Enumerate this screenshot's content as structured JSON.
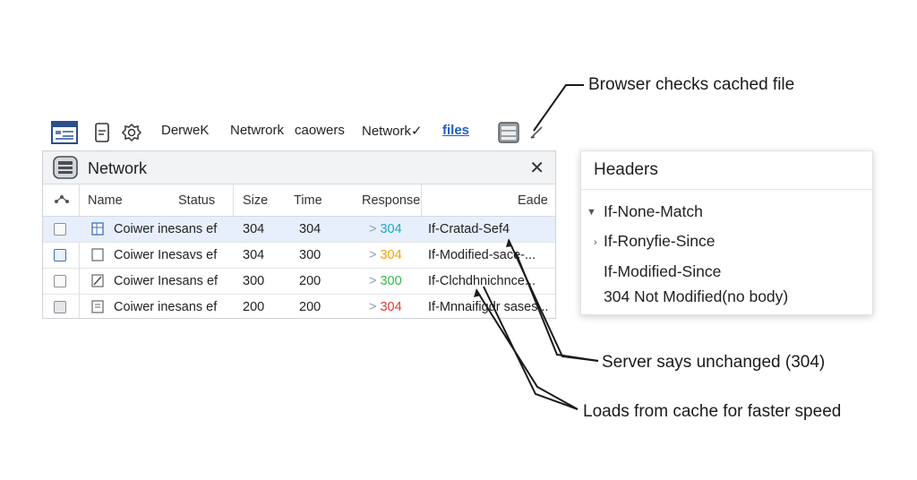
{
  "toolbar": {
    "tabs": [
      "DerweK",
      "Netwrork",
      "caowers",
      "Network✓",
      "files"
    ],
    "active_tab": "files",
    "icons": [
      "window-icon",
      "document-icon",
      "gear-icon",
      "server-icon",
      "pen-icon"
    ]
  },
  "network_panel": {
    "title": "Network",
    "close": "✕",
    "columns": [
      "Name",
      "Status",
      "Size",
      "Time",
      "Response",
      "Eade"
    ],
    "rows": [
      {
        "name": "Coiwer inesans ef",
        "size": "304",
        "time": "304",
        "response": "304",
        "response_color": "#19a9c9",
        "eade": "If-Cratad-Sef4",
        "selected": true
      },
      {
        "name": "Coiwer Inesavs ef",
        "size": "304",
        "time": "300",
        "response": "304",
        "response_color": "#f0a500",
        "eade": "If-Modified-sace-...",
        "selected": false
      },
      {
        "name": "Coiwer Inesans ef",
        "size": "300",
        "time": "200",
        "response": "300",
        "response_color": "#3bb34a",
        "eade": "If-Clchdhnichnce...",
        "selected": false
      },
      {
        "name": "Coiwer inesans ef",
        "size": "200",
        "time": "200",
        "response": "304",
        "response_color": "#e53935",
        "eade": "If-Mnnaifigdr sases...",
        "selected": false
      }
    ],
    "response_arrow": ">"
  },
  "headers_panel": {
    "title": "Headers",
    "items": [
      "If-None-Match",
      "If-Ronyfie-Since",
      "If-Modified-Since",
      "304 Not Modified(no body)"
    ]
  },
  "annotations": {
    "top": "Browser checks cached file",
    "middle": "Server says unchanged (304)",
    "bottom": "Loads from cache for faster speed"
  },
  "colors": {
    "accent": "#3b78d8",
    "selected_row": "#e7effc"
  }
}
